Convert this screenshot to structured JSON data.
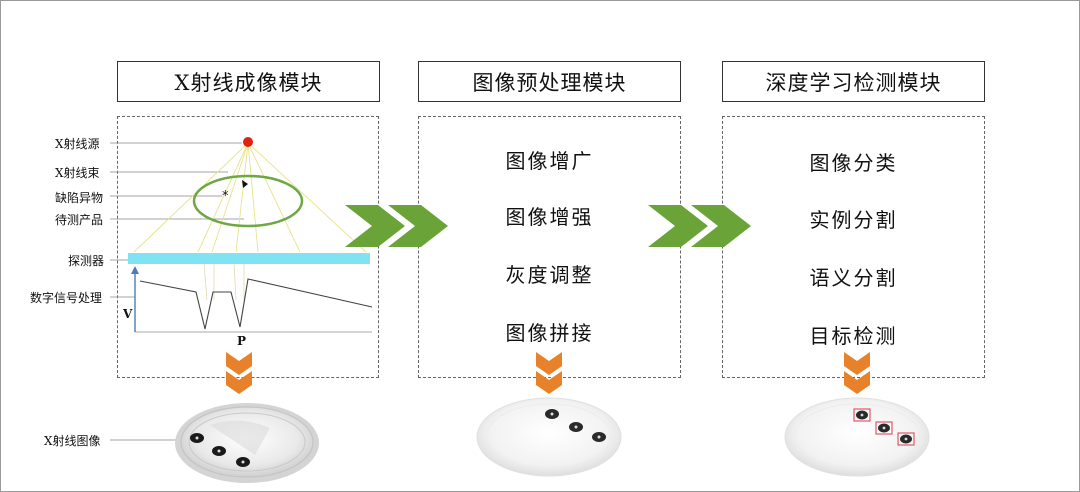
{
  "headers": {
    "xray": "X射线成像模块",
    "preprocess": "图像预处理模块",
    "dl": "深度学习检测模块"
  },
  "xray_labels": {
    "source": "X射线源",
    "beam": "X射线束",
    "defect": "缺陷异物",
    "product": "待测产品",
    "detector": "探测器",
    "signal": "数字信号处理",
    "v_axis": "V",
    "p_axis": "P",
    "xray_image": "X射线图像"
  },
  "preprocess_items": [
    "图像增广",
    "图像增强",
    "灰度调整",
    "图像拼接"
  ],
  "dl_items": [
    "图像分类",
    "实例分割",
    "语义分割",
    "目标检测"
  ],
  "colors": {
    "green_arrow": "#6aa338",
    "orange_arrow": "#e8822a",
    "detector_bar": "#7fe3f2",
    "ellipse": "#6ea845",
    "source_dot": "#e0220e",
    "bbox": "#e05a6a"
  }
}
